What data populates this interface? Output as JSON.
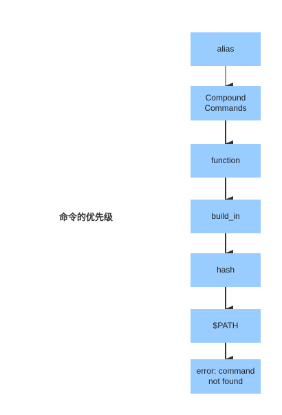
{
  "caption": "命令的优先级",
  "nodes": [
    {
      "label": "alias"
    },
    {
      "label": "Compound Commands"
    },
    {
      "label": "function"
    },
    {
      "label": "build_in"
    },
    {
      "label": "hash"
    },
    {
      "label": "$PATH"
    },
    {
      "label": "error: command not found"
    }
  ],
  "colors": {
    "node_fill": "#99ccff",
    "arrow": "#333333"
  }
}
